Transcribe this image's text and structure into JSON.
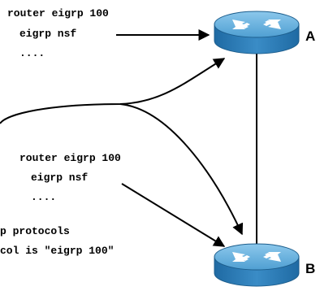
{
  "config_a": {
    "line1": "router eigrp 100",
    "line2": "eigrp nsf",
    "line3": "...."
  },
  "config_b": {
    "line1": "router eigrp 100",
    "line2": "eigrp nsf",
    "line3": "...."
  },
  "show_output": {
    "line1": "p protocols",
    "line2": "col is \"eigrp 100\""
  },
  "routers": {
    "a_label": "A",
    "b_label": "B"
  },
  "colors": {
    "router_top": "#6eb6e0",
    "router_side": "#2f7fb8",
    "router_edge": "#1c5d8c",
    "router_arrows": "#ffffff",
    "lines": "#000000"
  }
}
